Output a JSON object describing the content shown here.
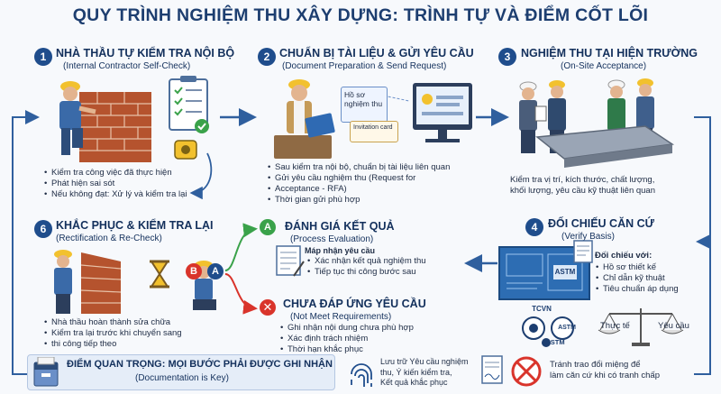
{
  "title": "QUY TRÌNH NGHIỆM THU XÂY DỰNG: TRÌNH TỰ VÀ ĐIỂM CỐT LÕI",
  "steps": [
    {
      "num": "1",
      "title": "NHÀ THẦU TỰ KIỂM TRA NỘI BỘ",
      "subtitle": "(Internal Contractor Self-Check)",
      "bullets": [
        "Kiểm tra công việc đã thực hiện",
        "Phát hiện sai sót",
        "Nếu không đạt: Xử lý và kiểm tra lại"
      ]
    },
    {
      "num": "2",
      "title": "CHUẨN BỊ TÀI LIỆU & GỬI YÊU CẦU",
      "subtitle": "(Document Preparation & Send Request)",
      "bullets": [
        "Sau kiểm tra nội bộ, chuẩn bị tài liệu liên quan",
        "Gửi yêu cầu nghiệm thu (Request for",
        "Thời gian gửi phù hợp"
      ],
      "bullet_cont": "Acceptance - RFA)",
      "doc1": "Hồ sơ nghiệm thu",
      "doc2": "Invitation card"
    },
    {
      "num": "3",
      "title": "NGHIỆM THU TẠI HIỆN TRƯỜNG",
      "subtitle": "(On-Site Acceptance)",
      "text": [
        "Kiểm tra vị trí, kích thước, chất lượng,",
        "khối lượng, yêu cầu kỹ thuật liên quan"
      ]
    },
    {
      "num": "4",
      "title": "ĐỐI CHIẾU CĂN CỨ",
      "subtitle": "(Verify Basis)",
      "compare_title": "Đối chiếu với:",
      "bullets": [
        "Hồ sơ thiết kế",
        "Chỉ dẫn kỹ thuật",
        "Tiêu chuẩn áp dụng"
      ],
      "blueprint_label": "ASTM",
      "logos": [
        "TCVN",
        "ASTM",
        "ASTM"
      ],
      "actual": "Thực tế",
      "required": "Yêu cầu"
    },
    {
      "num": "6",
      "title": "KHẮC PHỤC & KIỂM TRA LẠI",
      "subtitle": "(Rectification & Re-Check)",
      "bullets": [
        "Nhà thầu hoàn thành sửa chữa",
        "Kiểm tra lại trước khi chuyển sang"
      ],
      "bullet_cont": "thi công tiếp theo"
    }
  ],
  "evaluation": {
    "title": "ĐÁNH GIÁ KẾT QUẢ",
    "subtitle": "(Process Evaluation)",
    "pass_badge": "A",
    "pass_title": "Máp nhận yêu cầu",
    "pass_items": [
      "Xác nhận kết quả nghiệm thu",
      "Tiếp tục thi công bước sau"
    ],
    "fail_title": "CHƯA ĐÁP ỨNG YÊU CẦU",
    "fail_subtitle": "(Not Meet Requirements)",
    "fail_items": [
      "Ghi nhận nội dung chưa phù hợp",
      "Xác định trách nhiệm",
      "Thời hạn khắc phục"
    ]
  },
  "choice": {
    "b": "B",
    "a": "A"
  },
  "footer": {
    "key_title": "ĐIỂM QUAN TRỌNG: MỌI BƯỚC PHẢI ĐƯỢC GHI NHẬN",
    "key_sub": "(Documentation is Key)",
    "archive": [
      "Lưu trữ Yêu cầu nghiệm",
      "thu, Ý kiến kiểm tra,",
      "Kết quả khắc phục"
    ],
    "warning": [
      "Tránh trao đổi miệng để",
      "làm căn cứ khi có tranh chấp"
    ]
  },
  "colors": {
    "navy": "#1f4d8c",
    "green": "#3aa24a",
    "red": "#d9342b",
    "brick": "#b5532e",
    "arrow": "#2f5f9e"
  }
}
